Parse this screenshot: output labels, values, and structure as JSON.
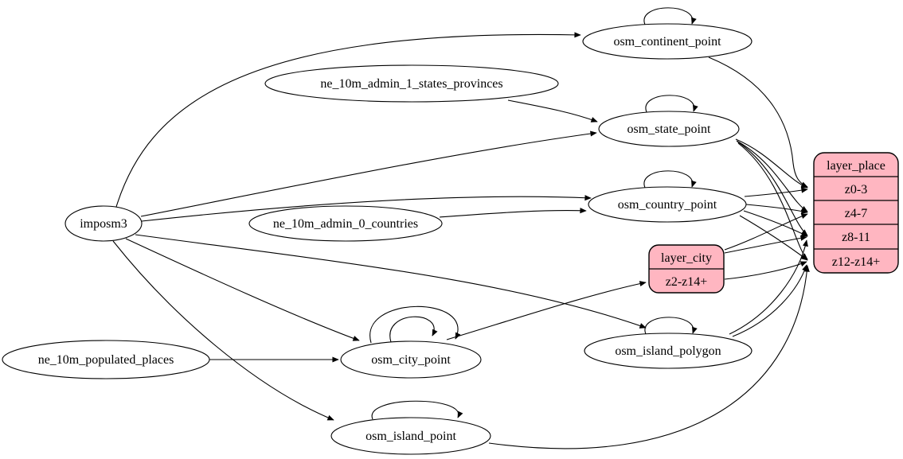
{
  "diagram": {
    "description": "ETL dependency graph for the place layer",
    "colors": {
      "background": "#ffffff",
      "node_fill": "#ffffff",
      "record_fill": "#ffb6c1",
      "stroke": "#000000"
    },
    "nodes": {
      "imposm3": "imposm3",
      "ne_states": "ne_10m_admin_1_states_provinces",
      "ne_countries": "ne_10m_admin_0_countries",
      "ne_populated": "ne_10m_populated_places",
      "continent": "osm_continent_point",
      "state": "osm_state_point",
      "country": "osm_country_point",
      "city": "osm_city_point",
      "island_polygon": "osm_island_polygon",
      "island_point": "osm_island_point"
    },
    "records": {
      "layer_city": {
        "title": "layer_city",
        "rows": [
          "z2-z14+"
        ]
      },
      "layer_place": {
        "title": "layer_place",
        "rows": [
          "z0-3",
          "z4-7",
          "z8-11",
          "z12-z14+"
        ]
      }
    },
    "edges": [
      {
        "from": "imposm3",
        "to": "osm_continent_point"
      },
      {
        "from": "imposm3",
        "to": "osm_state_point"
      },
      {
        "from": "imposm3",
        "to": "osm_country_point"
      },
      {
        "from": "imposm3",
        "to": "osm_city_point"
      },
      {
        "from": "imposm3",
        "to": "osm_island_polygon"
      },
      {
        "from": "imposm3",
        "to": "osm_island_point"
      },
      {
        "from": "ne_10m_admin_1_states_provinces",
        "to": "osm_state_point"
      },
      {
        "from": "ne_10m_admin_0_countries",
        "to": "osm_country_point"
      },
      {
        "from": "ne_10m_populated_places",
        "to": "osm_city_point"
      },
      {
        "from": "osm_continent_point",
        "to": "osm_continent_point"
      },
      {
        "from": "osm_state_point",
        "to": "osm_state_point"
      },
      {
        "from": "osm_country_point",
        "to": "osm_country_point"
      },
      {
        "from": "osm_city_point",
        "to": "osm_city_point"
      },
      {
        "from": "osm_city_point",
        "to": "osm_city_point"
      },
      {
        "from": "osm_island_polygon",
        "to": "osm_island_polygon"
      },
      {
        "from": "osm_island_point",
        "to": "osm_island_point"
      },
      {
        "from": "osm_continent_point",
        "to": "layer_place",
        "port": "z0-3"
      },
      {
        "from": "osm_state_point",
        "to": "layer_place",
        "port": "z0-3"
      },
      {
        "from": "osm_state_point",
        "to": "layer_place",
        "port": "z4-7"
      },
      {
        "from": "osm_state_point",
        "to": "layer_place",
        "port": "z8-11"
      },
      {
        "from": "osm_state_point",
        "to": "layer_place",
        "port": "z12-z14+"
      },
      {
        "from": "osm_country_point",
        "to": "layer_place",
        "port": "z0-3"
      },
      {
        "from": "osm_country_point",
        "to": "layer_place",
        "port": "z4-7"
      },
      {
        "from": "osm_country_point",
        "to": "layer_place",
        "port": "z8-11"
      },
      {
        "from": "osm_country_point",
        "to": "layer_place",
        "port": "z12-z14+"
      },
      {
        "from": "osm_city_point",
        "to": "layer_city",
        "port": "z2-z14+"
      },
      {
        "from": "layer_city",
        "to": "layer_place",
        "port": "z4-7"
      },
      {
        "from": "layer_city",
        "to": "layer_place",
        "port": "z8-11"
      },
      {
        "from": "layer_city",
        "to": "layer_place",
        "port": "z12-z14+"
      },
      {
        "from": "osm_island_polygon",
        "to": "layer_place",
        "port": "z8-11"
      },
      {
        "from": "osm_island_polygon",
        "to": "layer_place",
        "port": "z12-z14+"
      },
      {
        "from": "osm_island_point",
        "to": "layer_place",
        "port": "z12-z14+"
      }
    ]
  }
}
